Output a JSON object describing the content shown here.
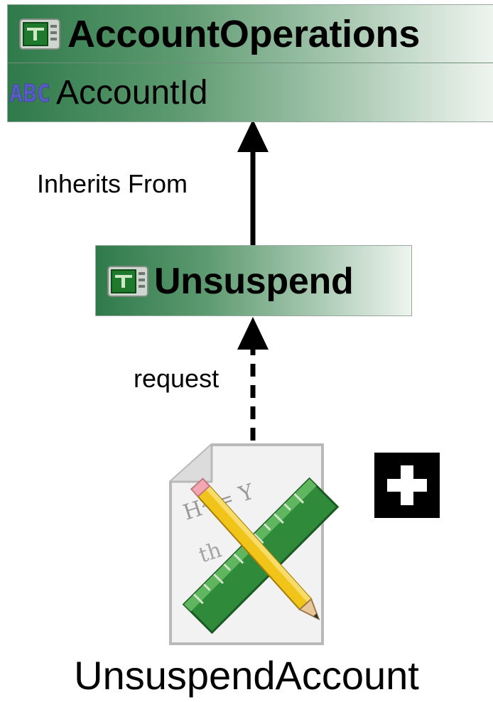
{
  "diagram": {
    "parent_class": {
      "name": "AccountOperations",
      "attribute": "AccountId",
      "class_icon": "class-icon",
      "attribute_icon": "abc-string-icon"
    },
    "child_class": {
      "name": "Unsuspend",
      "class_icon": "class-icon"
    },
    "edges": {
      "inherits_label": "Inherits From",
      "request_label": "request"
    },
    "document": {
      "name": "UnsuspendAccount",
      "icon": "document-ruler-pencil-icon",
      "expand_icon": "plus-icon"
    }
  },
  "colors": {
    "header_dark": "#2f7a4a",
    "header_light": "#eef4ef",
    "arrow": "#000000"
  }
}
